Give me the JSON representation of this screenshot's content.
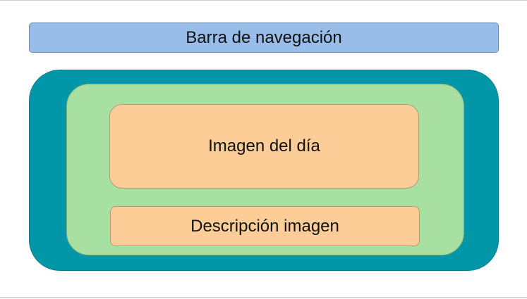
{
  "navbar": {
    "label": "Barra de navegación"
  },
  "content": {
    "image_label": "Imagen del día",
    "description_label": "Descripción imagen"
  },
  "colors": {
    "navbar": "#99bde9",
    "outer_container": "#0197a9",
    "inner_container": "#a8e0a2",
    "content_box": "#fccd96"
  }
}
